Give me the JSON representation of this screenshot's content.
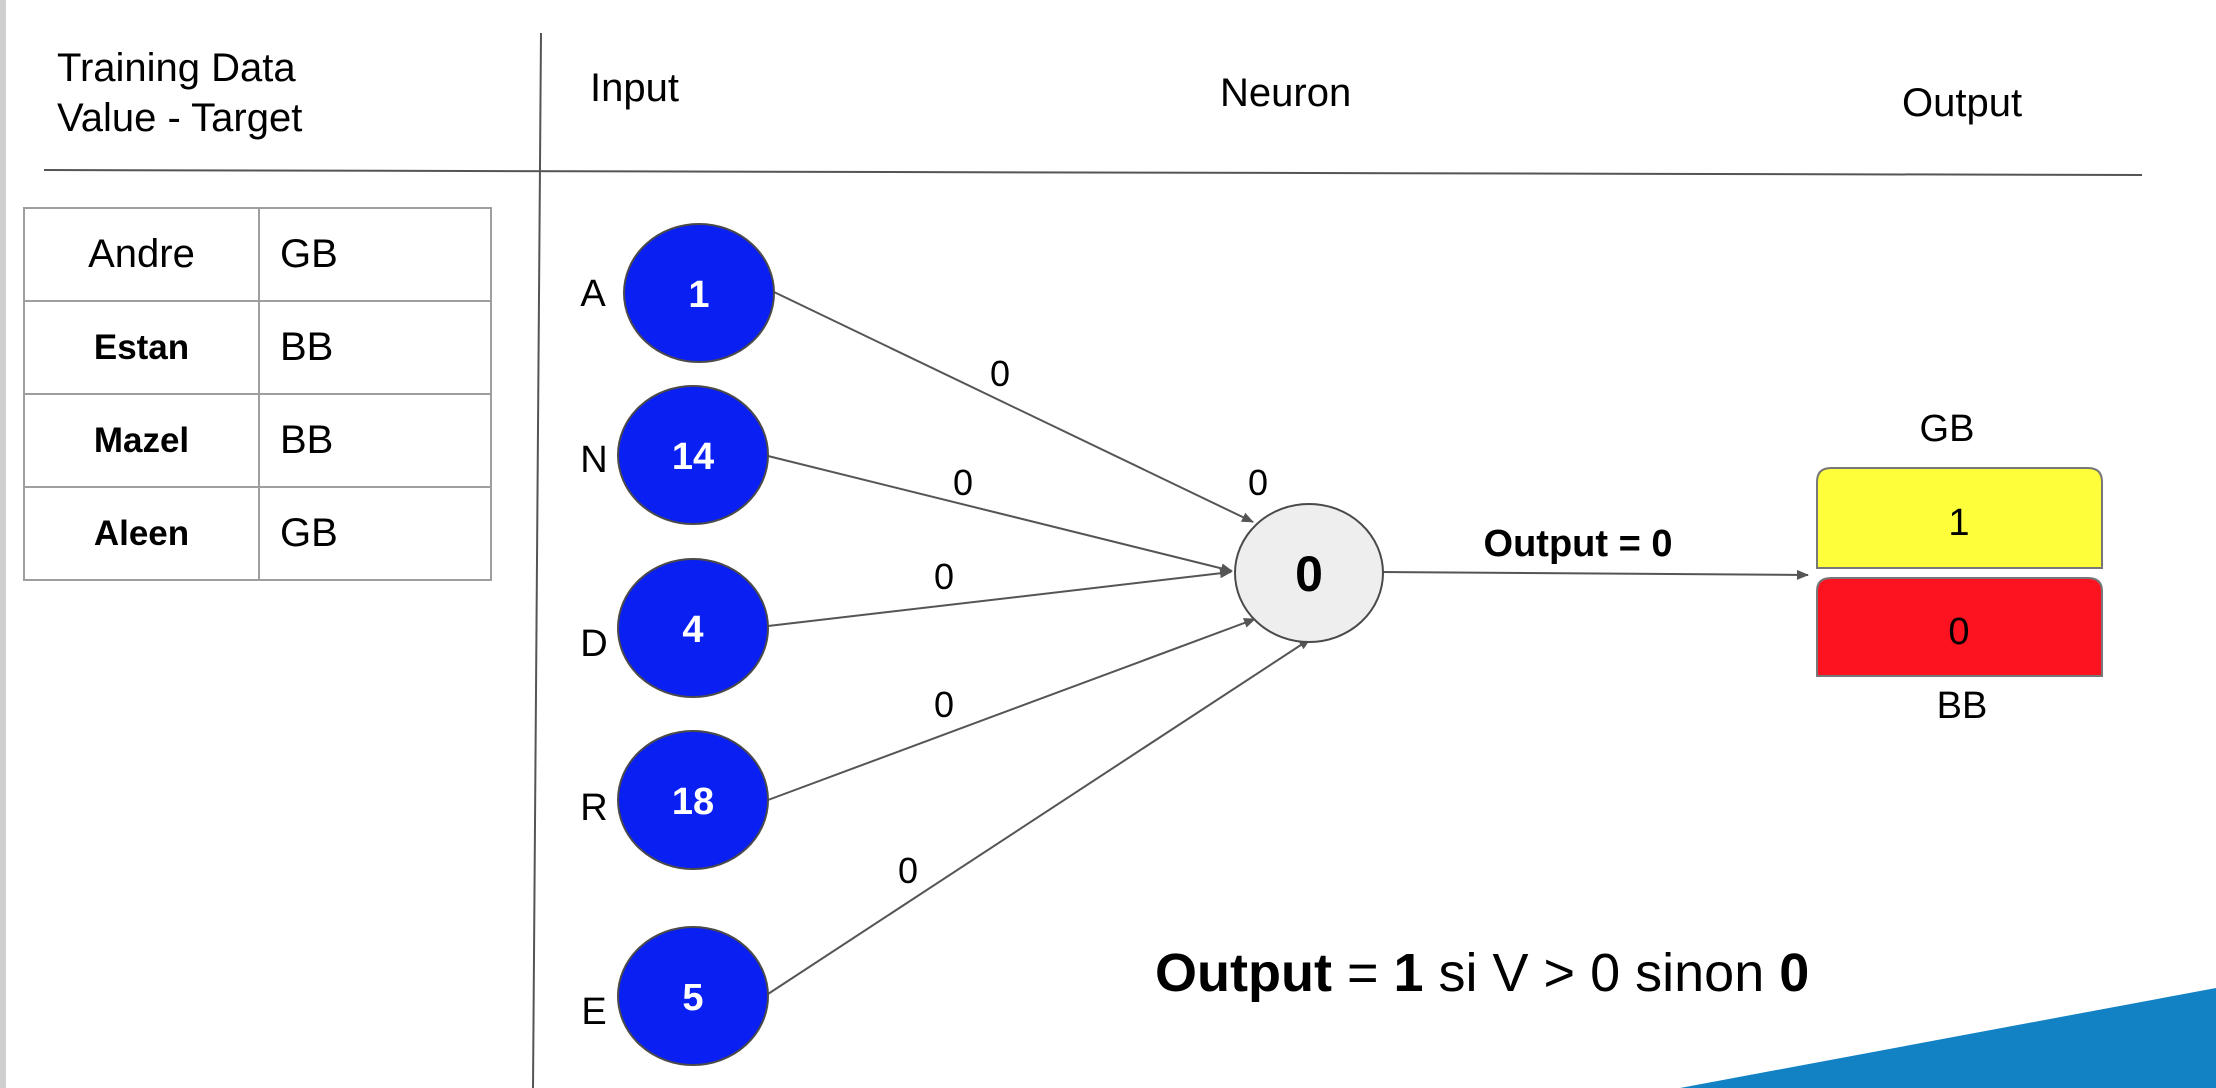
{
  "headers": {
    "training_line1": "Training Data",
    "training_line2": "Value - Target",
    "input": "Input",
    "neuron": "Neuron",
    "output": "Output"
  },
  "training_data": [
    {
      "name": "Andre",
      "target": "GB",
      "bold": false
    },
    {
      "name": "Estan",
      "target": "BB",
      "bold": true
    },
    {
      "name": "Mazel",
      "target": "BB",
      "bold": true
    },
    {
      "name": "Aleen",
      "target": "GB",
      "bold": true
    }
  ],
  "inputs": [
    {
      "letter": "A",
      "value": "1",
      "weight": "0"
    },
    {
      "letter": "N",
      "value": "14",
      "weight": "0"
    },
    {
      "letter": "D",
      "value": "4",
      "weight": "0"
    },
    {
      "letter": "R",
      "value": "18",
      "weight": "0"
    },
    {
      "letter": "E",
      "value": "5",
      "weight": "0"
    }
  ],
  "neuron": {
    "bias": "0",
    "value": "0"
  },
  "output_label": "Output = 0",
  "output_box": {
    "top_label": "GB",
    "top_value": "1",
    "bottom_value": "0",
    "bottom_label": "BB"
  },
  "formula": {
    "part1": "Output",
    "part2": " = ",
    "part3": "1",
    "part4": " si V > 0 sinon ",
    "part5": "0"
  },
  "colors": {
    "input_node": "#0a1ff2",
    "neuron_fill": "#eeeeee",
    "gb_box": "#fefe3a",
    "bb_box": "#fd1220",
    "corner_accent": "#1282c4"
  }
}
